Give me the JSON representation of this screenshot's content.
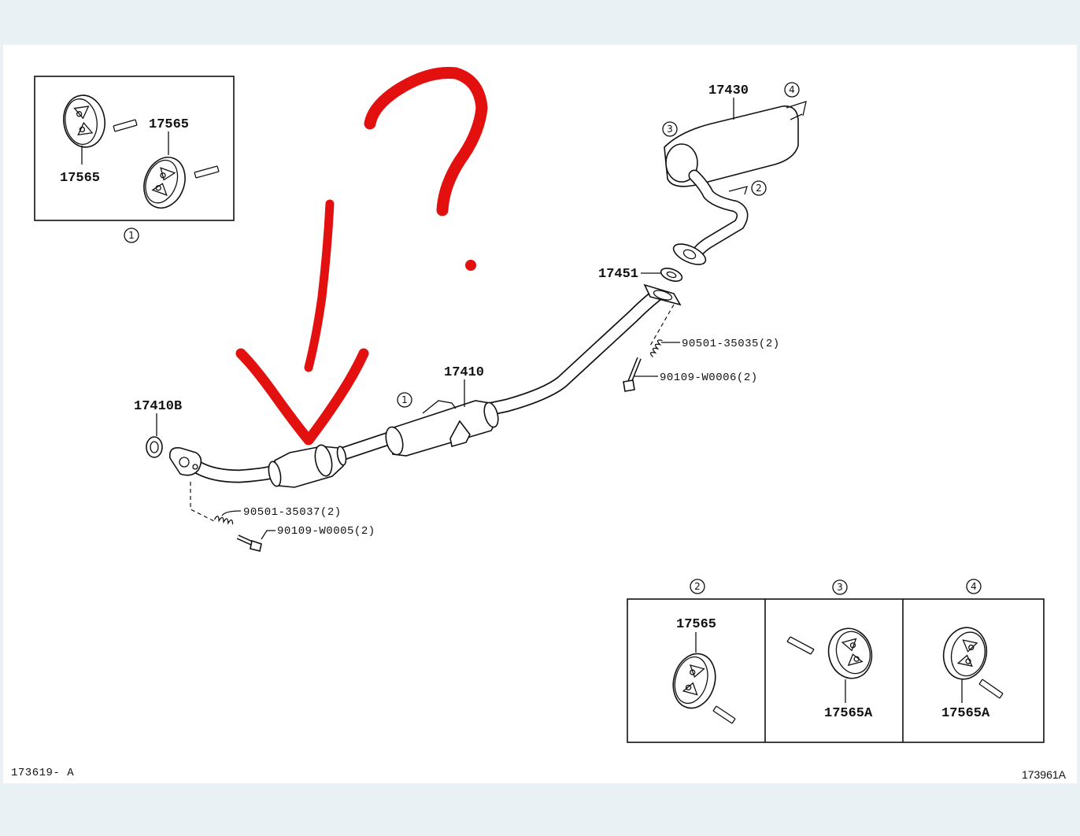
{
  "inset_top": {
    "top_part": "17565",
    "bottom_part": "17565",
    "ref": "1"
  },
  "main": {
    "muffler": "17430",
    "muffler_refs": [
      "2",
      "3",
      "4"
    ],
    "gasket_rear": "17451",
    "spring_rear": "90501-35035(2)",
    "bolt_rear": "90109-W0006(2)",
    "front_pipe": "17410",
    "front_pipe_ref": "1",
    "gasket_front": "17410B",
    "spring_front": "90501-35037(2)",
    "bolt_front": "90109-W0005(2)"
  },
  "inset_bottom": {
    "cells": [
      {
        "ref": "2",
        "part": "17565"
      },
      {
        "ref": "3",
        "part": "17565A"
      },
      {
        "ref": "4",
        "part": "17565A"
      }
    ]
  },
  "footer": {
    "left_code": "173619- A",
    "right_code": "173961A"
  },
  "annotation": {
    "color": "#e31010",
    "mark": "?"
  }
}
